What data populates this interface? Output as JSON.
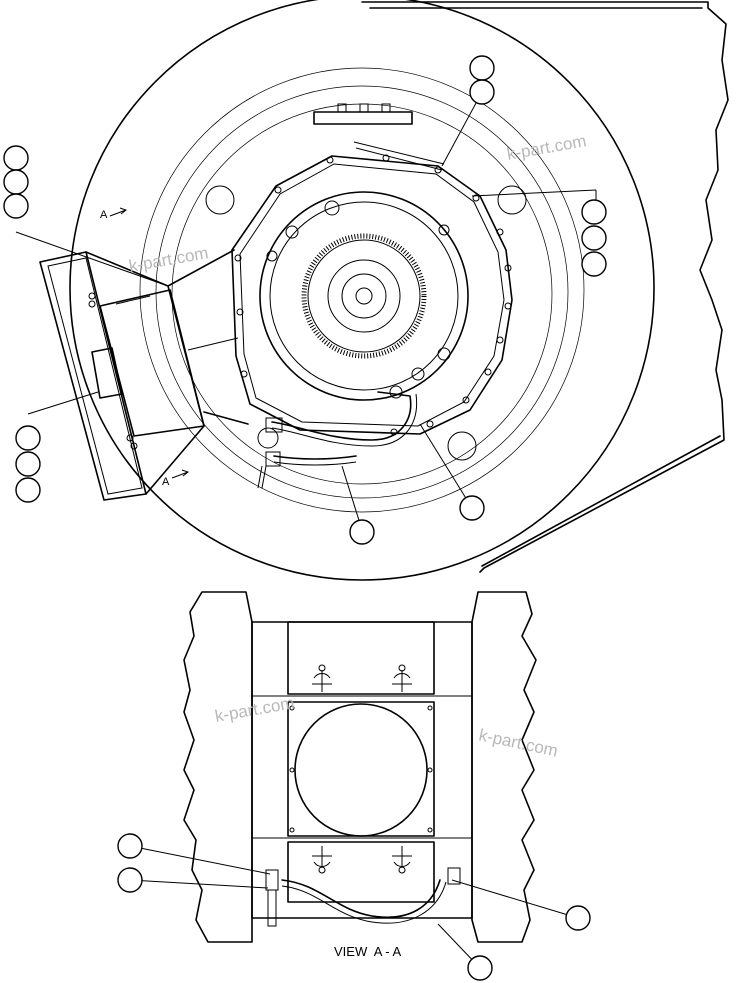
{
  "view_label": "VIEW  A - A",
  "section_markers": [
    "A",
    "A"
  ],
  "watermark_text": "k-part.com",
  "colors": {
    "line": "#000000",
    "background": "#ffffff",
    "watermark": "#b8b8b8"
  }
}
